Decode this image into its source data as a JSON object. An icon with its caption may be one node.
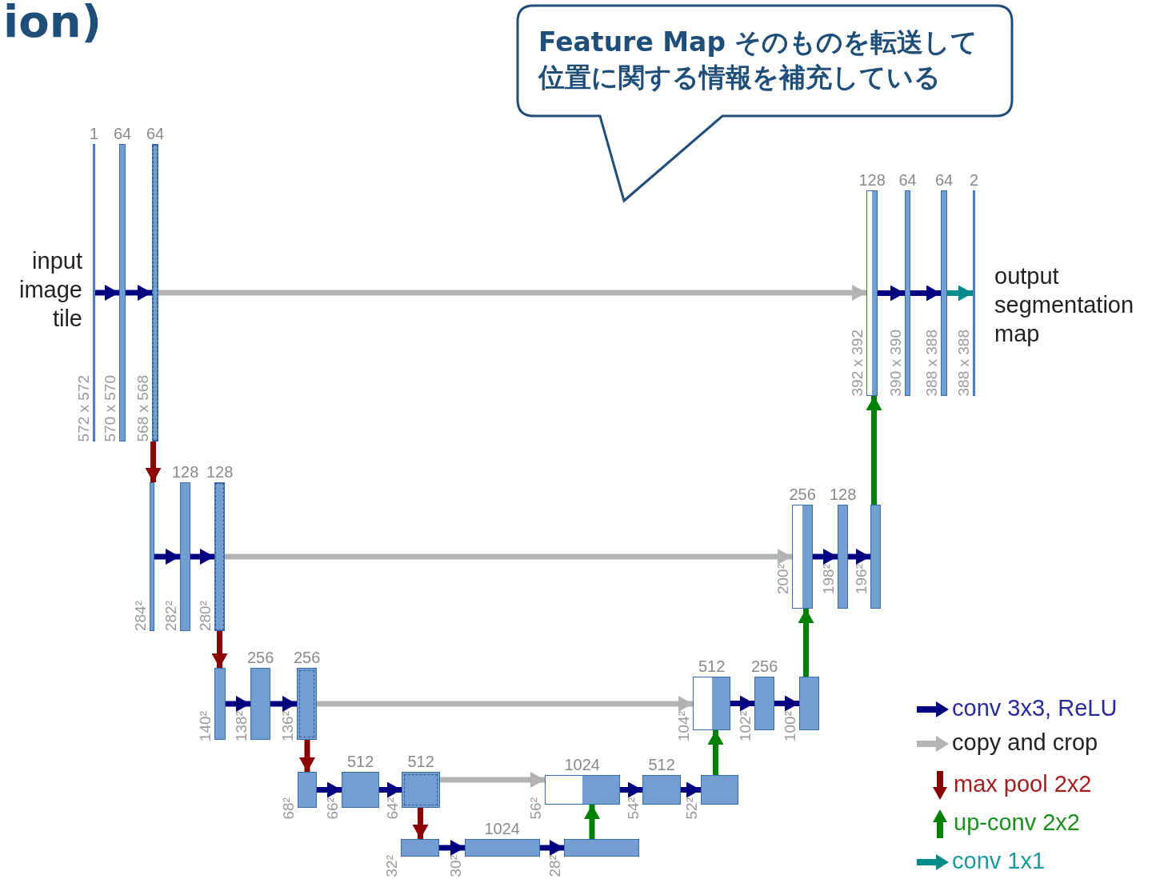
{
  "diagram": {
    "nodes": [
      {
        "text": [
          "1"
        ],
        "beside": [
          "572 x 572",
          "input image tile"
        ]
      },
      {
        "text": [
          "64"
        ],
        "beside": [
          "570 x 570"
        ]
      },
      {
        "text": [
          "64"
        ],
        "beside": [
          "568 x 568"
        ]
      },
      {
        "text": [],
        "shape": "bar",
        "beside": [
          "284²"
        ]
      },
      {
        "text": [
          "128"
        ],
        "beside": [
          "282²"
        ]
      },
      {
        "text": [
          "128"
        ],
        "beside": [
          "280²"
        ]
      },
      {
        "text": [],
        "shape": "bar",
        "beside": [
          "140²"
        ]
      },
      {
        "text": [
          "256"
        ],
        "beside": [
          "138²"
        ]
      },
      {
        "text": [
          "256"
        ],
        "beside": [
          "136²"
        ]
      },
      {
        "text": [],
        "shape": "bar",
        "beside": [
          "68²"
        ]
      },
      {
        "text": [
          "512"
        ],
        "beside": [
          "66²"
        ]
      },
      {
        "text": [
          "512"
        ],
        "beside": [
          "64²"
        ]
      },
      {
        "text": [],
        "shape": "bar",
        "beside": [
          "32²"
        ]
      },
      {
        "text": [
          "1024"
        ],
        "beside": [
          "30²"
        ]
      },
      {
        "text": [],
        "shape": "bar",
        "beside": [
          "28²"
        ]
      },
      {
        "text": [
          "1024"
        ],
        "beside": [
          "56²"
        ]
      },
      {
        "text": [
          "512"
        ],
        "beside": [
          "54²"
        ]
      },
      {
        "text": [],
        "shape": "bar",
        "beside": [
          "52²"
        ]
      },
      {
        "text": [
          "512"
        ],
        "beside": [
          "104²"
        ]
      },
      {
        "text": [
          "256"
        ],
        "beside": [
          "102²"
        ]
      },
      {
        "text": [],
        "shape": "bar",
        "beside": [
          "100²"
        ]
      },
      {
        "text": [
          "256"
        ],
        "beside": [
          "200²"
        ]
      },
      {
        "text": [
          "128"
        ],
        "beside": [
          "198²"
        ]
      },
      {
        "text": [],
        "shape": "bar",
        "beside": [
          "196²"
        ]
      },
      {
        "text": [
          "128"
        ],
        "beside": [
          "392 x 392"
        ]
      },
      {
        "text": [
          "64"
        ],
        "beside": [
          "390 x 390"
        ]
      },
      {
        "text": [
          "64"
        ],
        "beside": [
          "388 x 388"
        ]
      },
      {
        "text": [
          "2"
        ],
        "beside": [
          "388 x 388",
          "output segmentation map"
        ]
      },
      {
        "text": [
          "Feature Map そのものを転送して位置に関する情報を補充している"
        ]
      }
    ],
    "edges": [
      {
        "from": 0,
        "to": 1,
        "arrow": "to"
      },
      {
        "from": 1,
        "to": 2,
        "arrow": "to"
      },
      {
        "from": 2,
        "to": 3,
        "arrow": "to",
        "color": "#8b0000"
      },
      {
        "from": 3,
        "to": 4,
        "arrow": "to"
      },
      {
        "from": 4,
        "to": 5,
        "arrow": "to"
      },
      {
        "from": 5,
        "to": 6,
        "arrow": "to",
        "color": "#8b0000"
      },
      {
        "from": 6,
        "to": 7,
        "arrow": "to"
      },
      {
        "from": 7,
        "to": 8,
        "arrow": "to"
      },
      {
        "from": 8,
        "to": 9,
        "arrow": "to",
        "color": "#8b0000"
      },
      {
        "from": 9,
        "to": 10,
        "arrow": "to"
      },
      {
        "from": 10,
        "to": 11,
        "arrow": "to"
      },
      {
        "from": 11,
        "to": 12,
        "arrow": "to",
        "color": "#8b0000"
      },
      {
        "from": 12,
        "to": 13,
        "arrow": "to"
      },
      {
        "from": 13,
        "to": 14,
        "arrow": "to"
      },
      {
        "from": 14,
        "to": 15,
        "arrow": "to",
        "color": "#008000"
      },
      {
        "from": 15,
        "to": 16,
        "arrow": "to"
      },
      {
        "from": 16,
        "to": 17,
        "arrow": "to"
      },
      {
        "from": 17,
        "to": 18,
        "arrow": "to",
        "color": "#008000"
      },
      {
        "from": 18,
        "to": 19,
        "arrow": "to"
      },
      {
        "from": 19,
        "to": 20,
        "arrow": "to"
      },
      {
        "from": 20,
        "to": 21,
        "arrow": "to",
        "color": "#008000"
      },
      {
        "from": 21,
        "to": 22,
        "arrow": "to"
      },
      {
        "from": 22,
        "to": 23,
        "arrow": "to"
      },
      {
        "from": 23,
        "to": 24,
        "arrow": "to",
        "color": "#008000"
      },
      {
        "from": 24,
        "to": 25,
        "arrow": "to"
      },
      {
        "from": 25,
        "to": 26,
        "arrow": "to"
      },
      {
        "from": 26,
        "to": 27,
        "arrow": "to",
        "color": "#008b8b"
      },
      {
        "from": 2,
        "to": 24,
        "arrow": "to",
        "color": "#b3b3b3"
      },
      {
        "from": 5,
        "to": 21,
        "arrow": "to",
        "color": "#b3b3b3"
      },
      {
        "from": 8,
        "to": 18,
        "arrow": "to",
        "color": "#b3b3b3"
      },
      {
        "from": 11,
        "to": 15,
        "arrow": "to",
        "color": "#b3b3b3"
      }
    ],
    "labels": [
      "ion)"
    ],
    "legend": [
      {
        "text": "conv 3x3, ReLU"
      },
      {
        "text": "copy and crop"
      },
      {
        "text": "max pool 2x2"
      },
      {
        "text": "up-conv 2x2"
      },
      {
        "text": "conv 1x1"
      }
    ]
  }
}
